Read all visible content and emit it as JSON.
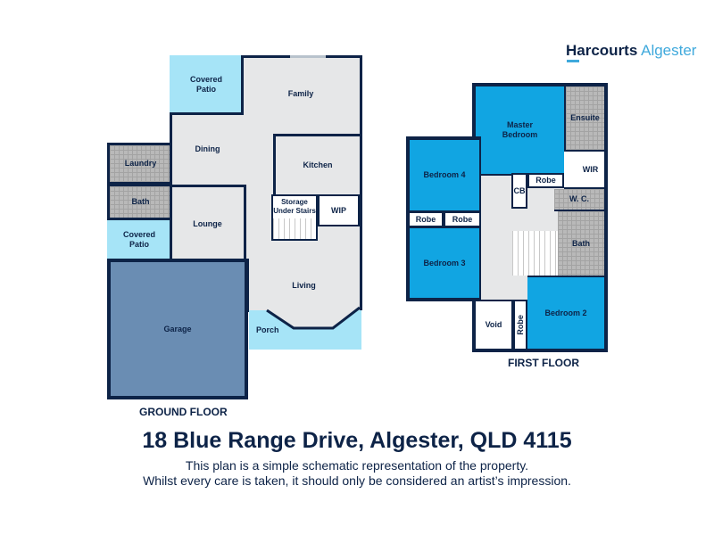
{
  "logo": {
    "brand": "Harcourts",
    "office": "Algester"
  },
  "ground_floor": {
    "label": "GROUND FLOOR",
    "rooms": {
      "covered_patio_top": "Covered Patio",
      "family": "Family",
      "dining": "Dining",
      "kitchen": "Kitchen",
      "laundry": "Laundry",
      "bath": "Bath",
      "lounge": "Lounge",
      "storage": "Storage Under Stairs",
      "wip": "WIP",
      "covered_patio_side": "Covered Patio",
      "living": "Living",
      "garage": "Garage",
      "porch": "Porch"
    }
  },
  "first_floor": {
    "label": "FIRST FLOOR",
    "rooms": {
      "master": "Master Bedroom",
      "ensuite": "Ensuite",
      "wir": "WIR",
      "bedroom4": "Bedroom 4",
      "cb": "CB",
      "robe_master": "Robe",
      "wc": "W. C.",
      "robe_b4": "Robe",
      "robe_b3": "Robe",
      "bath": "Bath",
      "bedroom3": "Bedroom 3",
      "void": "Void",
      "robe_b2": "Robe",
      "bedroom2": "Bedroom 2"
    }
  },
  "address": "18 Blue Range Drive, Algester, QLD 4115",
  "disclaimer": [
    "This plan is a simple schematic representation of the property.",
    "Whilst every care is taken, it should only be considered an artist’s impression."
  ]
}
